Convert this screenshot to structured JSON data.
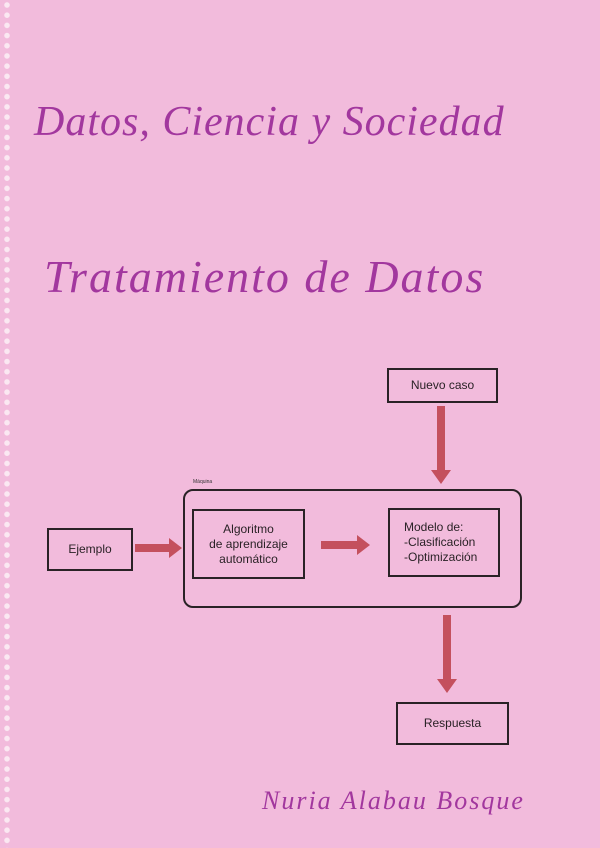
{
  "title": "Datos, Ciencia y Sociedad",
  "subtitle": "Tratamiento de Datos",
  "author": "Nuria Alabau Bosque",
  "diagram": {
    "container_label": "Máquina",
    "new_case": "Nuevo caso",
    "example": "Ejemplo",
    "algorithm": [
      "Algoritmo",
      "de aprendizaje",
      "automático"
    ],
    "model": [
      "Modelo de:",
      "-Clasificación",
      "-Optimización"
    ],
    "response": "Respuesta"
  },
  "colors": {
    "page": "#f2bbdc",
    "ink": "#a2379e",
    "arrow": "#c4505e"
  }
}
